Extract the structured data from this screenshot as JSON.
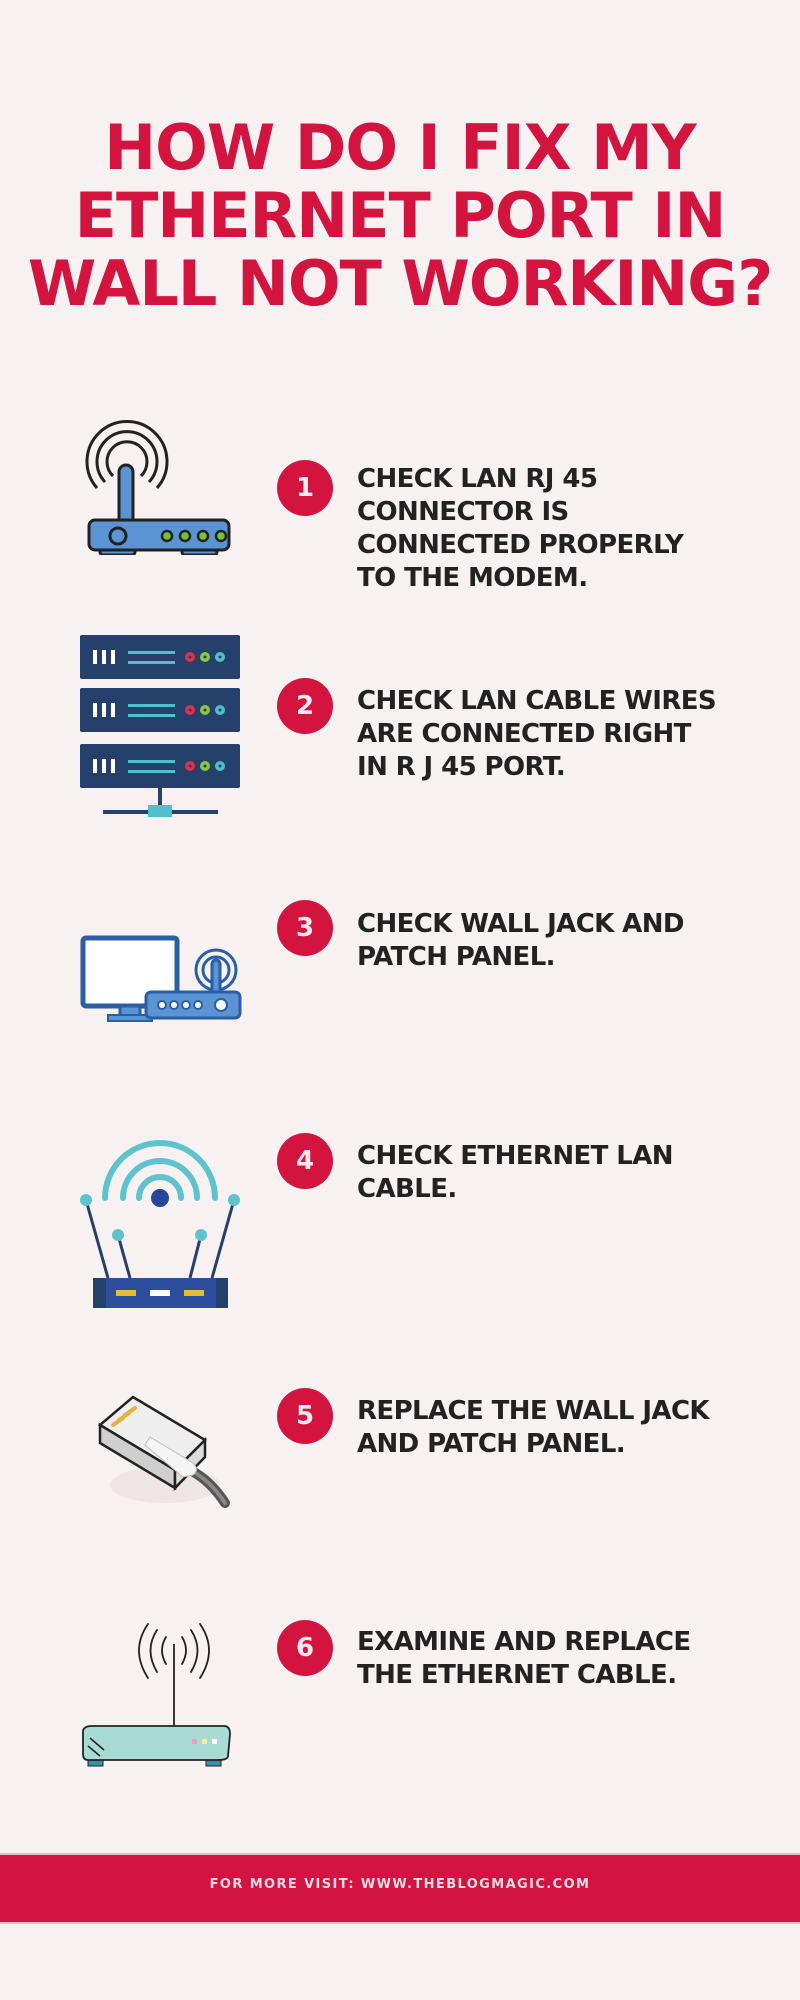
{
  "title": {
    "lines": [
      "HOW DO I FIX MY",
      "ETHERNET PORT IN",
      "WALL NOT WORKING?"
    ]
  },
  "steps": [
    {
      "number": "1",
      "icon": "wifi-router-icon",
      "lines": [
        "CHECK LAN RJ 45",
        "CONNECTOR IS",
        "CONNECTED PROPERLY",
        "TO THE MODEM."
      ]
    },
    {
      "number": "2",
      "icon": "server-rack-icon",
      "lines": [
        "CHECK LAN CABLE WIRES",
        "ARE CONNECTED RIGHT",
        "IN R J 45 PORT."
      ]
    },
    {
      "number": "3",
      "icon": "monitor-router-icon",
      "lines": [
        "CHECK WALL JACK AND",
        "PATCH PANEL."
      ]
    },
    {
      "number": "4",
      "icon": "multi-antenna-router-icon",
      "lines": [
        "CHECK ETHERNET LAN",
        "CABLE."
      ]
    },
    {
      "number": "5",
      "icon": "rj45-connector-icon",
      "lines": [
        "REPLACE THE WALL JACK",
        "AND PATCH PANEL."
      ]
    },
    {
      "number": "6",
      "icon": "modem-antenna-icon",
      "lines": [
        "EXAMINE AND REPLACE",
        "THE ETHERNET CABLE."
      ]
    }
  ],
  "footer": {
    "text": "FOR MORE VISIT: WWW.THEBLOGMAGIC.COM"
  },
  "colors": {
    "accent": "#d2143f",
    "background": "#f7f1f1",
    "text": "#222222",
    "icon_blue": "#5b93d3",
    "icon_navy": "#25406b",
    "icon_teal": "#5fc3cf"
  }
}
